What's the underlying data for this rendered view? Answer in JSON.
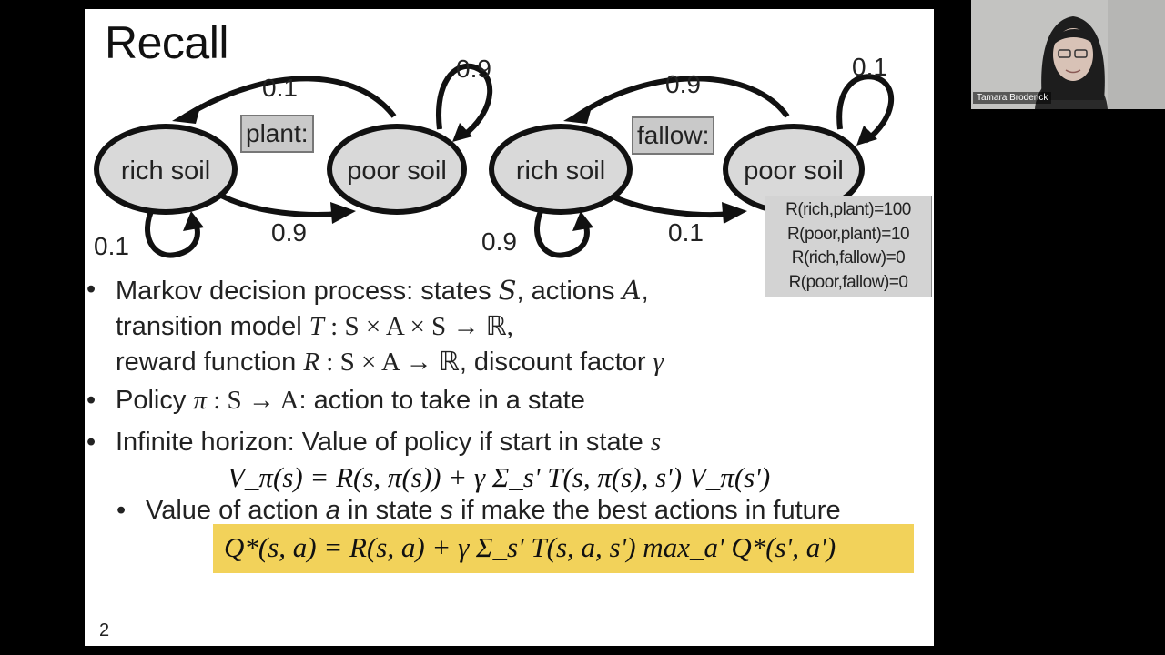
{
  "slide": {
    "title": "Recall",
    "page_number": "2",
    "diagram_plant": {
      "action_label": "plant:",
      "state_left": "rich soil",
      "state_right": "poor soil",
      "prob_top": "0.1",
      "prob_bottom": "0.9",
      "prob_self_left": "0.1",
      "prob_self_right": "0.9"
    },
    "diagram_fallow": {
      "action_label": "fallow:",
      "state_left": "rich soil",
      "state_right": "poor soil",
      "prob_top": "0.9",
      "prob_bottom": "0.1",
      "prob_self_left": "0.9",
      "prob_self_right": "0.1"
    },
    "rewards": [
      "R(rich,plant)=100",
      "R(poor,plant)=10",
      "R(rich,fallow)=0",
      "R(poor,fallow)=0"
    ],
    "bullets": {
      "mdp_1_a": "Markov decision process: states ",
      "mdp_1_b": ", actions ",
      "mdp_1_c": ",",
      "mdp_2_a": "transition model ",
      "mdp_3_a": "reward function ",
      "mdp_3_b": ", discount factor ",
      "policy_a": "Policy ",
      "policy_b": ": action to take in a state",
      "infinite_a": "Infinite horizon: Value of policy if start in state ",
      "value_action_a": "Value of action ",
      "value_action_b": " in state ",
      "value_action_c": " if make the best actions in future"
    },
    "symbols": {
      "S": "S",
      "A": "A",
      "T": "T",
      "R": "R",
      "gamma": "γ",
      "pi": "π",
      "s": "s",
      "a": "a",
      "transition_sig": " : S × A × S → ℝ,",
      "reward_sig": " : S × A → ℝ",
      "policy_sig": " : S → A"
    },
    "equations": {
      "value": "V_π(s) = R(s, π(s)) + γ Σ_s' T(s, π(s), s') V_π(s')",
      "q": "Q*(s, a) = R(s, a) + γ Σ_s' T(s, a, s') max_a' Q*(s', a')"
    }
  },
  "video": {
    "participant_name": "Tamara Broderick"
  }
}
